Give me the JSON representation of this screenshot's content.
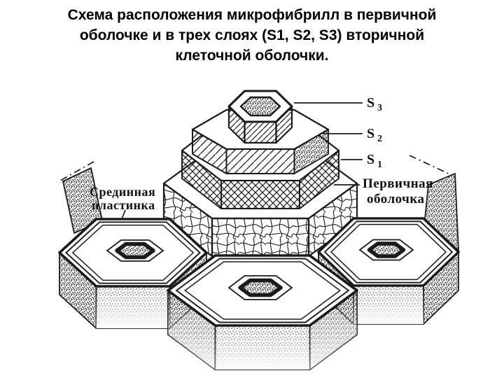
{
  "title": {
    "line1": "Схема расположения микрофибрилл в первичной",
    "line2": "оболочке и в трех слоях (S1, S2, S3) вторичной",
    "line3": "клеточной оболочки."
  },
  "labels": {
    "s3": {
      "base": "S",
      "sub": "3"
    },
    "s2": {
      "base": "S",
      "sub": "2"
    },
    "s1": {
      "base": "S",
      "sub": "1"
    },
    "primary_wall": {
      "line1": "Первичная",
      "line2": "оболочка"
    },
    "middle_lamella": {
      "line1": "Срединная",
      "line2": "пластинка"
    }
  },
  "colors": {
    "ink": "#1b1b1b",
    "paper": "#ffffff"
  }
}
